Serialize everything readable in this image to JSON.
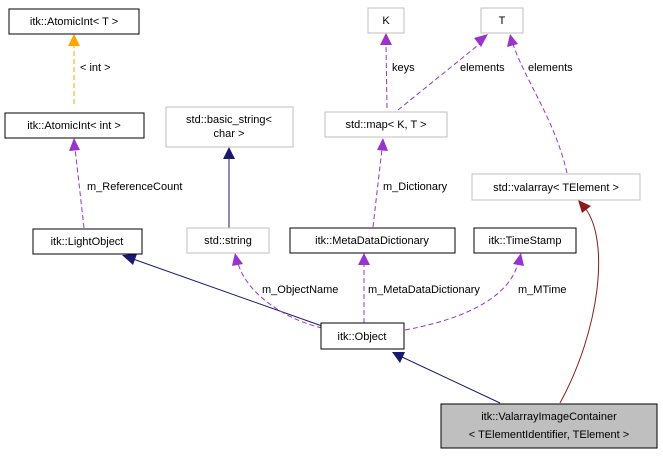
{
  "nodes": {
    "atomicint_t": "itk::AtomicInt< T >",
    "atomicint_int": "itk::AtomicInt< int >",
    "lightobject": "itk::LightObject",
    "basic_string_line1": "std::basic_string<",
    "basic_string_line2": "char >",
    "std_string": "std::string",
    "k": "K",
    "t": "T",
    "std_map": "std::map< K, T >",
    "valarray": "std::valarray< TElement >",
    "metadatadictionary": "itk::MetaDataDictionary",
    "timestamp": "itk::TimeStamp",
    "object": "itk::Object",
    "container_line1": "itk::ValarrayImageContainer",
    "container_line2": "< TElementIdentifier, TElement >"
  },
  "edge_labels": {
    "int": "< int >",
    "reference_count": "m_ReferenceCount",
    "keys": "keys",
    "elements_map": "elements",
    "elements_valarray": "elements",
    "dictionary": "m_Dictionary",
    "object_name": "m_ObjectName",
    "metadata_dictionary": "m_MetaDataDictionary",
    "mtime": "m_MTime"
  },
  "colors": {
    "inheritance": "#191970",
    "usage": "#9a32cd",
    "template": "#ffa500",
    "private_inheritance": "#8b1a1a",
    "documented_border": "#000000",
    "undocumented_border": "#bfbfbf",
    "highlight_fill": "#bfbfbf"
  }
}
